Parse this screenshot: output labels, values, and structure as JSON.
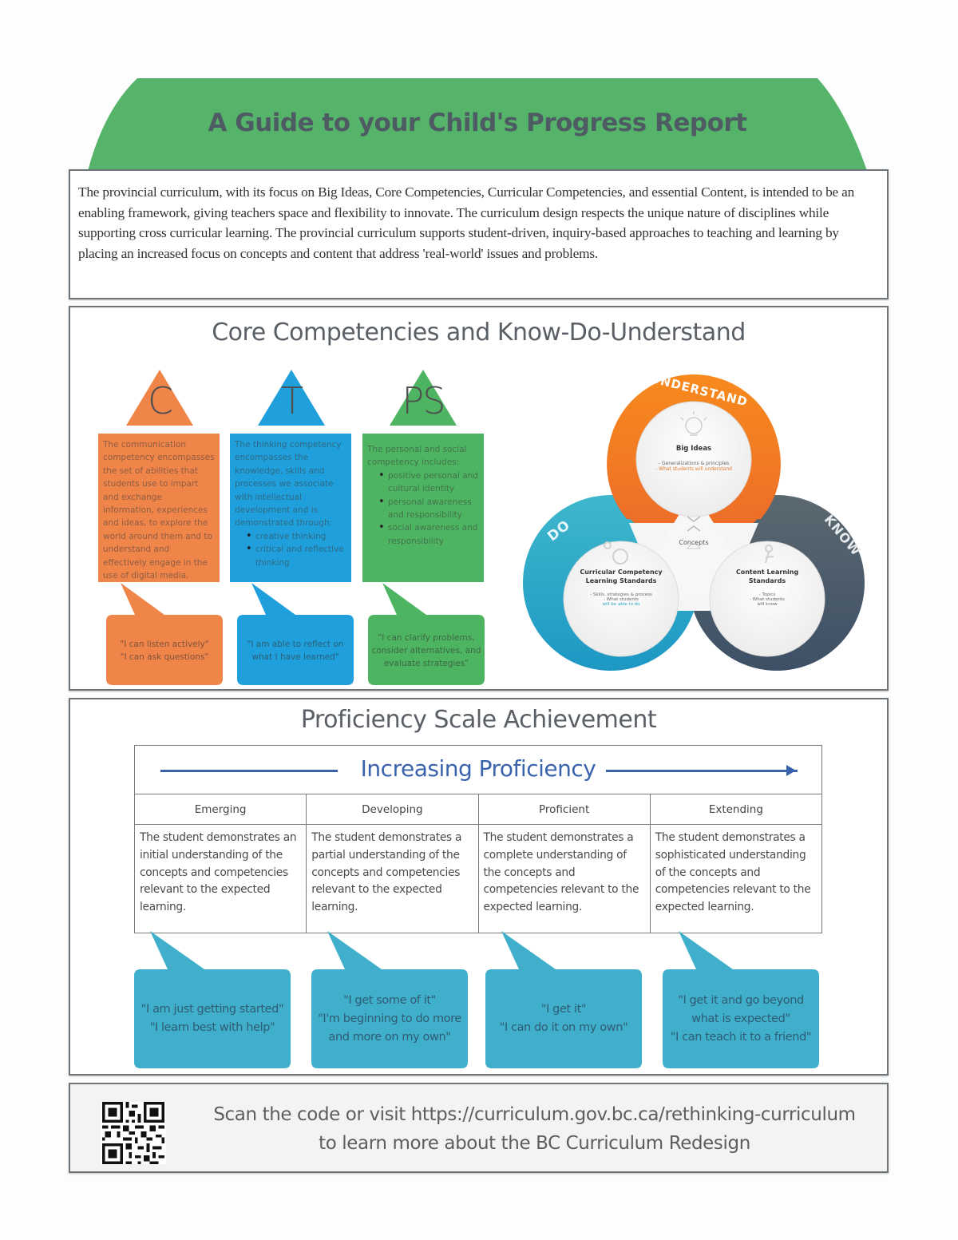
{
  "banner": {
    "title": "A Guide to your Child's Progress Report",
    "color": "#55b46a"
  },
  "intro": {
    "text": "The provincial curriculum, with its focus on Big Ideas, Core Competencies, Curricular Competencies, and essential Content, is intended to be an enabling framework, giving teachers space and flexibility to innovate. The curriculum design respects the unique nature of disciplines while supporting cross curricular learning. The provincial curriculum supports student-driven, inquiry-based approaches to teaching and learning by placing an increased focus on concepts and content that address 'real-world' issues and problems."
  },
  "core": {
    "title": "Core Competencies and Know-Do-Understand",
    "competencies": [
      {
        "letter": "C",
        "color": "#f0854a",
        "description": "The communication competency encompasses the set of abilities that students use to impart and exchange information, experiences and ideas, to explore the world around them and to understand and effectively engage in the use of digital media.",
        "bullets": [],
        "quote": "\"I can listen actively\"\n\"I can ask questions\""
      },
      {
        "letter": "T",
        "color": "#1fa0dc",
        "description": "The thinking competency encompasses the knowledge, skills and processes we associate with intellectual development and is demonstrated through:",
        "bullets": [
          "creative thinking",
          "critical and reflective thinking"
        ],
        "quote": "\"I am able to reflect on\nwhat I have learned\""
      },
      {
        "letter": "PS",
        "color": "#4db561",
        "description": "The personal and social competency includes:",
        "bullets": [
          "positive personal and cultural identity",
          "personal awareness and responsibility",
          "social awareness and responsibility"
        ],
        "quote": "\"I can clarify problems,\nconsider alternatives, and\nevaluate strategies\""
      }
    ],
    "kdu": {
      "understand": {
        "label": "UNDERSTAND",
        "color": "#f47f1f",
        "title": "Big Ideas",
        "lines": [
          "- Generalizations & principles",
          "- What students will understand"
        ]
      },
      "do": {
        "label": "DO",
        "color": "#2eaed0",
        "title": "Curricular Competency Learning Standards",
        "lines": [
          "- Skills, strategies & process",
          "- What students",
          "will be able to do"
        ]
      },
      "know": {
        "label": "KNOW",
        "color": "#4d5c66",
        "title": "Content Learning Standards",
        "lines": [
          "- Topics",
          "- What students",
          "will know"
        ]
      },
      "center": "Concepts"
    }
  },
  "proficiency": {
    "title": "Proficiency Scale Achievement",
    "arrow_label": "Increasing Proficiency",
    "accent": "#3a63ad",
    "bubble_color": "#40afcb",
    "levels": [
      {
        "name": "Emerging",
        "description": "The student demonstrates an initial understanding of the concepts and competencies relevant to the expected learning.",
        "quote": "\"I am just getting started\"\n\"I learn best with help\""
      },
      {
        "name": "Developing",
        "description": "The student demonstrates a partial understanding of the concepts and competencies relevant to the expected learning.",
        "quote": "\"I get some of it\"\n\"I'm beginning to do more\nand more on my own\""
      },
      {
        "name": "Proficient",
        "description": "The student demonstrates a complete understanding of the concepts and competencies relevant to the expected learning.",
        "quote": "\"I get it\"\n\"I can do it on my own\""
      },
      {
        "name": "Extending",
        "description": "The student demonstrates a sophisticated understanding of the concepts and competencies relevant to the expected learning.",
        "quote": "\"I get it and go beyond\nwhat is expected\"\n\"I can teach it to a friend\""
      }
    ]
  },
  "footer": {
    "qr_icon": "qr-code-icon",
    "line1": "Scan the code or visit https://curriculum.gov.bc.ca/rethinking-curriculum",
    "line2": "to learn more about the BC Curriculum Redesign"
  }
}
